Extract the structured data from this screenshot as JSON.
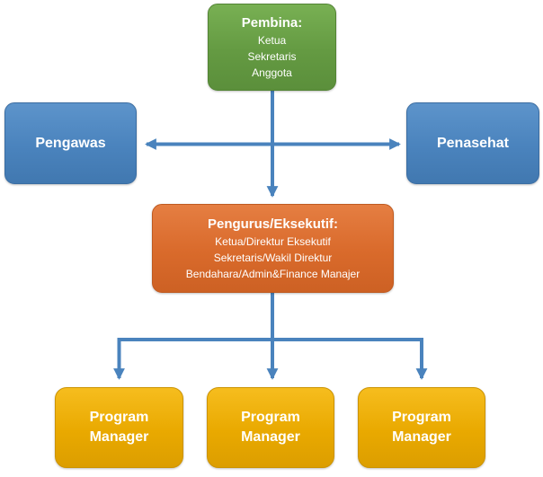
{
  "chart": {
    "type": "org-chart",
    "nodes": {
      "pembina": {
        "title": "Pembina:",
        "items": [
          "Ketua",
          "Sekretaris",
          "Anggota"
        ],
        "color": "#649a42"
      },
      "pengawas": {
        "label": "Pengawas",
        "color": "#4a83bd"
      },
      "penasehat": {
        "label": "Penasehat",
        "color": "#4a83bd"
      },
      "pengurus": {
        "title": "Pengurus/Eksekutif:",
        "items": [
          "Ketua/Direktur Eksekutif",
          "Sekretaris/Wakil Direktur",
          "Bendahara/Admin&Finance Manajer"
        ],
        "color": "#d96a2b"
      },
      "program_managers": [
        {
          "label": "Program\nManager",
          "color": "#e9a900"
        },
        {
          "label": "Program\nManager",
          "color": "#e9a900"
        },
        {
          "label": "Program\nManager",
          "color": "#e9a900"
        }
      ]
    },
    "edges": [
      {
        "from": "pembina",
        "to": "pengurus",
        "style": "arrow"
      },
      {
        "from": "center-line",
        "to": "pengawas",
        "style": "arrow"
      },
      {
        "from": "center-line",
        "to": "penasehat",
        "style": "arrow"
      },
      {
        "from": "pengurus",
        "to": "program-manager-1",
        "style": "arrow"
      },
      {
        "from": "pengurus",
        "to": "program-manager-2",
        "style": "arrow"
      },
      {
        "from": "pengurus",
        "to": "program-manager-3",
        "style": "arrow"
      }
    ],
    "arrow_color": "#4a83bd"
  }
}
